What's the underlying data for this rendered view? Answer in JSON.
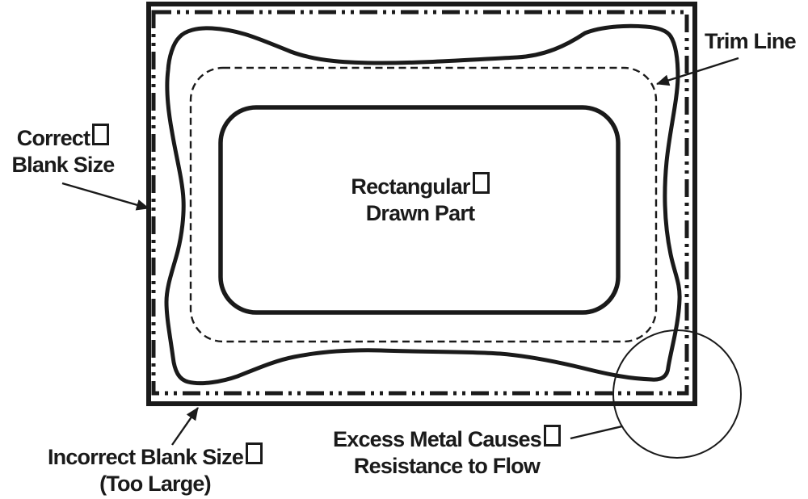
{
  "colors": {
    "ink": "#1a1a1a",
    "paper": "#ffffff"
  },
  "diagram": {
    "type": "engineering-line-diagram",
    "labels": {
      "trim_line": {
        "text": "Trim Line"
      },
      "correct_blank_size": {
        "line1": "Correct",
        "line2": "Blank Size",
        "line1_trailing_missing_glyph_box": true
      },
      "rectangular_drawn_part": {
        "line1": "Rectangular",
        "line2": "Drawn Part",
        "line1_trailing_missing_glyph_box": true
      },
      "incorrect_blank_size": {
        "line1": "Incorrect Blank Size",
        "line2": "(Too Large)",
        "line1_trailing_missing_glyph_box": true
      },
      "excess_metal": {
        "line1": "Excess Metal Causes",
        "line2": "Resistance to Flow",
        "line1_trailing_missing_glyph_box": true
      }
    },
    "icons": {
      "missing_glyph_box": "hollow rectangle (tofu box) glyph"
    },
    "line_roles": {
      "outer_solid_rect": "Incorrect blank size (too large) outline",
      "phantom_dash_dot_rect": "Correct blank size outline",
      "wavy_solid_outline": "Drawn flange edge",
      "dashed_rounded_rect": "Trim line",
      "inner_solid_rounded_rect": "Rectangular drawn part",
      "thin_circle": "Detail area: excess metal causes resistance to flow"
    }
  }
}
